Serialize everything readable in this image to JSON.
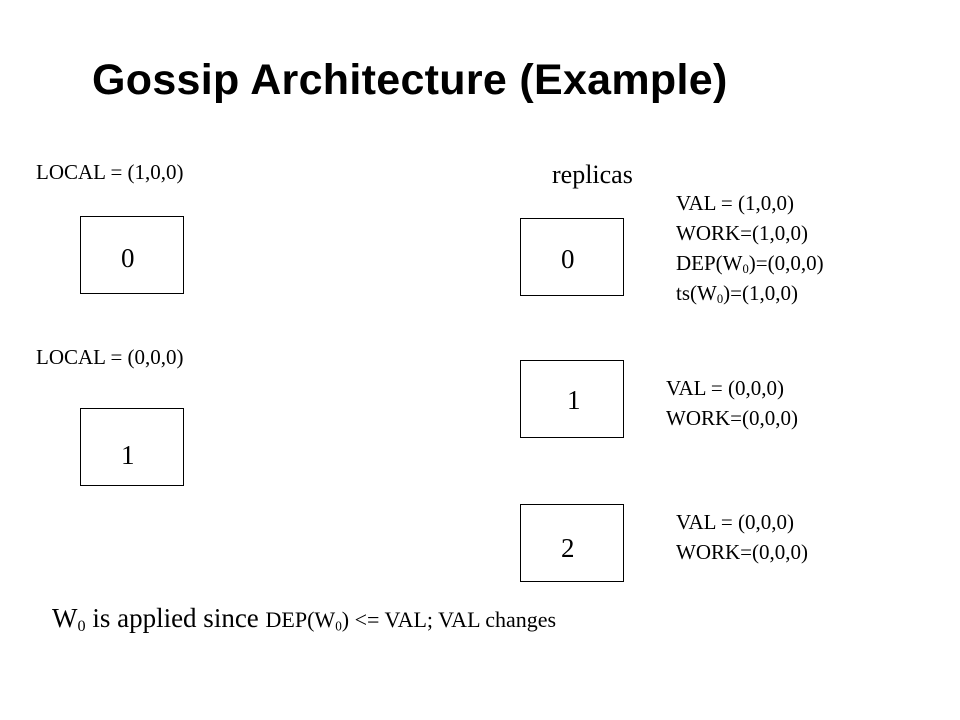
{
  "title": "Gossip Architecture (Example)",
  "front_ends": [
    {
      "local_label": "LOCAL = (1,0,0)",
      "id": "0"
    },
    {
      "local_label": "LOCAL = (0,0,0)",
      "id": "1"
    }
  ],
  "replicas_label": "replicas",
  "replicas": [
    {
      "id": "0",
      "val": "VAL = (1,0,0)",
      "work": "WORK=(1,0,0)",
      "dep": {
        "prefix": "DEP(W",
        "sub": "0",
        "suffix": ")=(0,0,0)"
      },
      "ts": {
        "prefix": "ts(W",
        "sub": "0",
        "suffix": ")=(1,0,0)"
      }
    },
    {
      "id": "1",
      "val": "VAL = (0,0,0)",
      "work": "WORK=(0,0,0)"
    },
    {
      "id": "2",
      "val": "VAL = (0,0,0)",
      "work": "WORK=(0,0,0)"
    }
  ],
  "footer": {
    "w": "W",
    "w_sub": "0",
    "text1": " is applied since ",
    "dep": "DEP(W",
    "dep_sub": "0",
    "text2": ") <= VAL; VAL changes"
  }
}
